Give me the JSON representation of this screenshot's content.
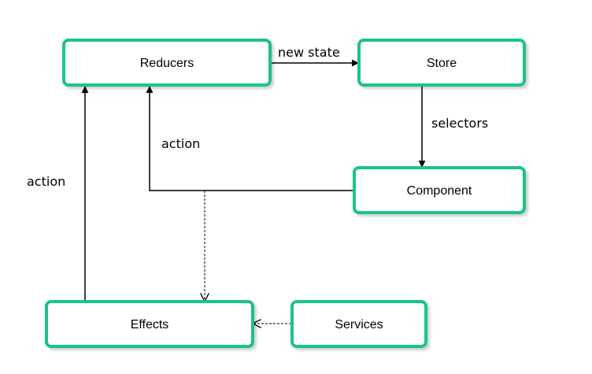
{
  "colors": {
    "node_border": "#1dc28a",
    "edge": "#000000"
  },
  "nodes": {
    "reducers": "Reducers",
    "store": "Store",
    "component": "Component",
    "effects": "Effects",
    "services": "Services"
  },
  "edges": {
    "reducers_to_store": "new state",
    "store_to_component": "selectors",
    "component_to_reducers": "action",
    "effects_to_reducers": "action"
  }
}
